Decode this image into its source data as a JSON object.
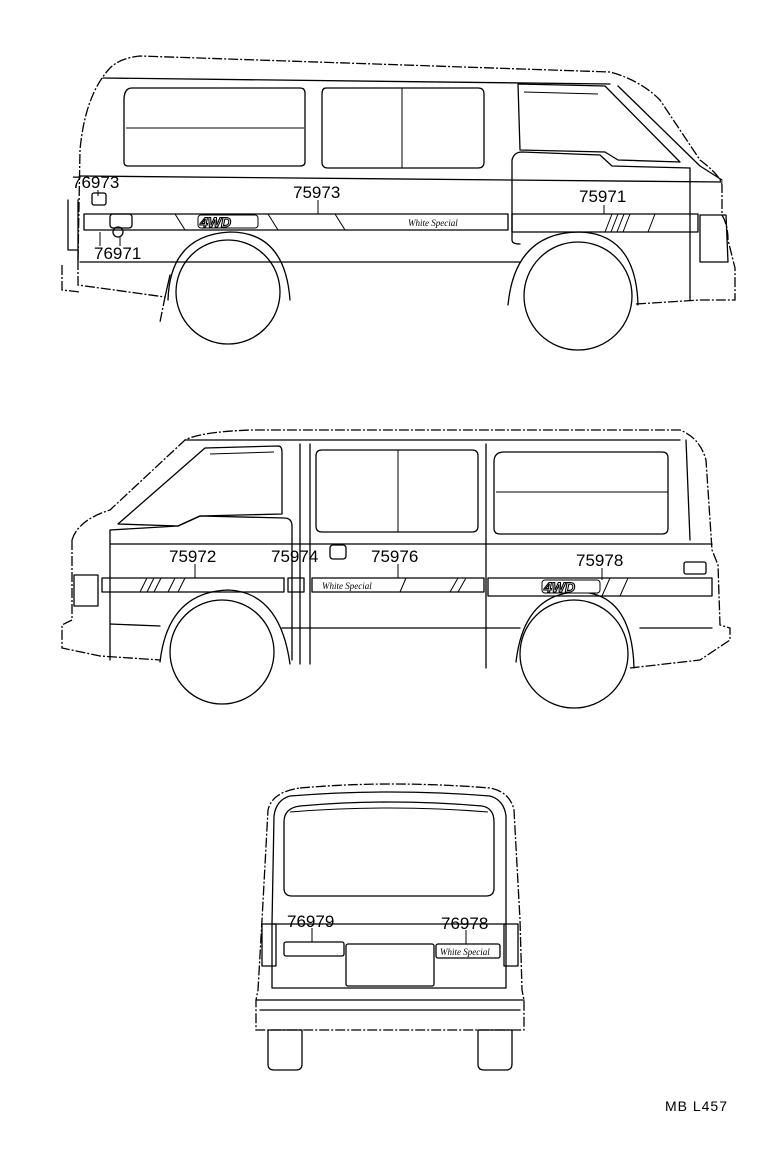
{
  "views": {
    "top": {
      "callouts": [
        "76973",
        "75973",
        "75971",
        "76971"
      ],
      "stripe_text": "White Special",
      "logo_text": "4WD"
    },
    "middle": {
      "callouts": [
        "75972",
        "75974",
        "75976",
        "75978"
      ],
      "stripe_text": "White Special",
      "logo_text": "4WD"
    },
    "rear": {
      "callouts": [
        "76979",
        "76978"
      ],
      "emblem_text": "White Special"
    }
  },
  "page_code": "MB  L457"
}
